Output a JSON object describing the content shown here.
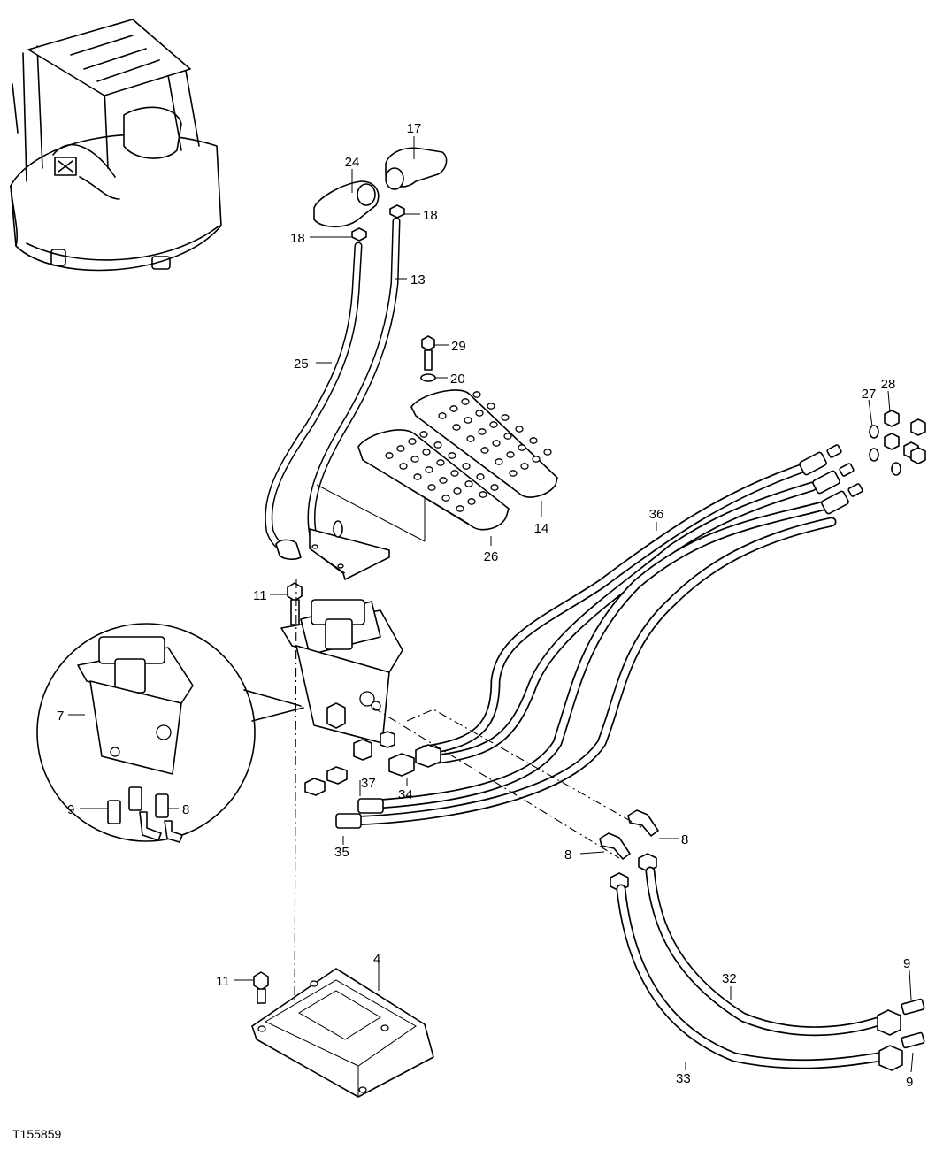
{
  "drawing": {
    "reference": "T155859",
    "callouts": [
      {
        "id": "c17",
        "text": "17"
      },
      {
        "id": "c24",
        "text": "24"
      },
      {
        "id": "c18a",
        "text": "18"
      },
      {
        "id": "c18b",
        "text": "18"
      },
      {
        "id": "c13",
        "text": "13"
      },
      {
        "id": "c25",
        "text": "25"
      },
      {
        "id": "c29",
        "text": "29"
      },
      {
        "id": "c20",
        "text": "20"
      },
      {
        "id": "c27",
        "text": "27"
      },
      {
        "id": "c28",
        "text": "28"
      },
      {
        "id": "c14",
        "text": "14"
      },
      {
        "id": "c26",
        "text": "26"
      },
      {
        "id": "c36",
        "text": "36"
      },
      {
        "id": "c11a",
        "text": "11"
      },
      {
        "id": "c7",
        "text": "7"
      },
      {
        "id": "c9a",
        "text": "9"
      },
      {
        "id": "c8a",
        "text": "8"
      },
      {
        "id": "c37",
        "text": "37"
      },
      {
        "id": "c34",
        "text": "34"
      },
      {
        "id": "c35",
        "text": "35"
      },
      {
        "id": "c8b",
        "text": "8"
      },
      {
        "id": "c8c",
        "text": "8"
      },
      {
        "id": "c4",
        "text": "4"
      },
      {
        "id": "c11b",
        "text": "11"
      },
      {
        "id": "c32",
        "text": "32"
      },
      {
        "id": "c33",
        "text": "33"
      },
      {
        "id": "c9b",
        "text": "9"
      },
      {
        "id": "c9c",
        "text": "9"
      }
    ]
  }
}
